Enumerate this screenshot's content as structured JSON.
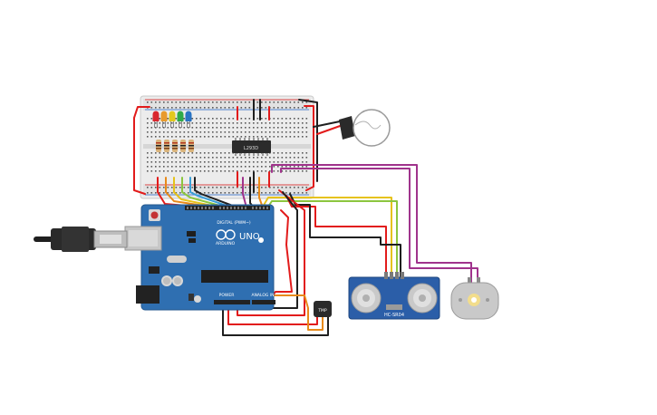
{
  "labels": {
    "ic_chip": "L293D",
    "arduino_brand": "ARDUINO",
    "arduino_model": "UNO",
    "digital_header": "DIGITAL (PWM~)",
    "power_header": "POWER",
    "analog_header": "ANALOG IN",
    "sonar_model": "HC-SR04",
    "temp_sensor": "TMP"
  },
  "colors": {
    "wire_red": "#e21b1b",
    "wire_black": "#1f1f1f",
    "wire_yellow": "#e6c21a",
    "wire_green": "#8cc63f",
    "wire_orange": "#e88a1a",
    "wire_purple": "#a0338c",
    "wire_blue": "#3aa0d8",
    "arduino_board": "#2f6fb1",
    "breadboard": "#e9e9e9",
    "sonar_board": "#2b5ea8"
  },
  "leds": [
    {
      "color": "#d9272e"
    },
    {
      "color": "#e89a2c"
    },
    {
      "color": "#e2c81e"
    },
    {
      "color": "#2faa48"
    },
    {
      "color": "#2a74c4"
    }
  ],
  "icons": {
    "usb_cable": "usb-cable-icon",
    "light_bulb": "light-bulb-icon",
    "dc_motor": "dc-motor-icon",
    "ultrasonic": "ultrasonic-sensor-icon",
    "temperature": "temperature-sensor-icon"
  }
}
